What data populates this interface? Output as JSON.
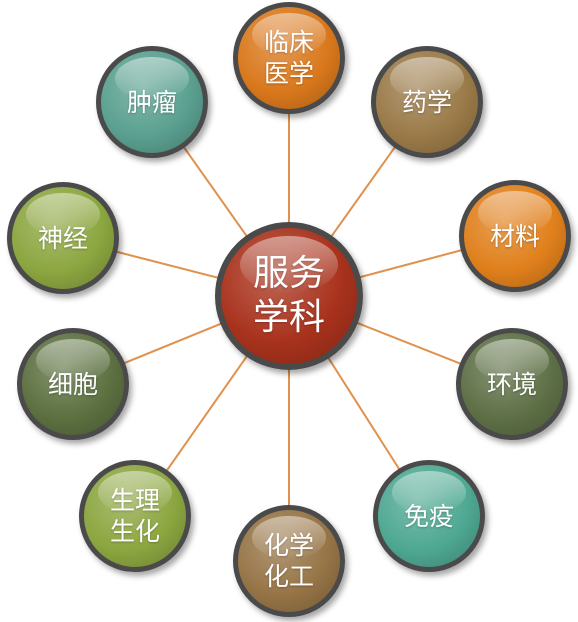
{
  "center": {
    "label": "服务\n学科",
    "color": "#a8321c"
  },
  "nodes": [
    {
      "id": "clinical-medicine",
      "label": "临床\n医学",
      "color": "#d9781c"
    },
    {
      "id": "pharmacy",
      "label": "药学",
      "color": "#9a7a48"
    },
    {
      "id": "materials",
      "label": "材料",
      "color": "#e0801c"
    },
    {
      "id": "environment",
      "label": "环境",
      "color": "#5e7046"
    },
    {
      "id": "immunity",
      "label": "免疫",
      "color": "#4ea892"
    },
    {
      "id": "chemical-engineering",
      "label": "化学\n化工",
      "color": "#967446"
    },
    {
      "id": "physiology-biochemistry",
      "label": "生理\n生化",
      "color": "#8ca640"
    },
    {
      "id": "cell",
      "label": "细胞",
      "color": "#5c7040"
    },
    {
      "id": "neuro",
      "label": "神经",
      "color": "#8ca640"
    },
    {
      "id": "tumor",
      "label": "肿瘤",
      "color": "#5aa090"
    }
  ],
  "spoke_color": "#e0914c"
}
